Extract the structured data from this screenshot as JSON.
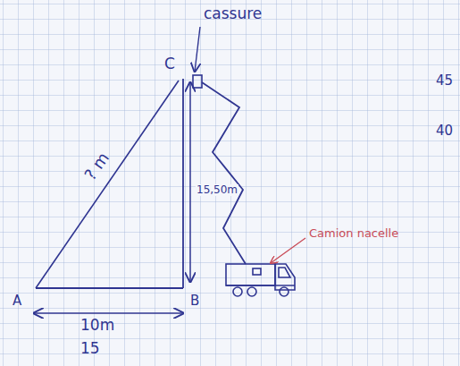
{
  "diagram": {
    "labels": [
      "cassure",
      "C",
      "? m",
      "15,50m",
      "Camion nacelle",
      "A",
      "B",
      "10m",
      "15",
      "45",
      "40"
    ]
  }
}
